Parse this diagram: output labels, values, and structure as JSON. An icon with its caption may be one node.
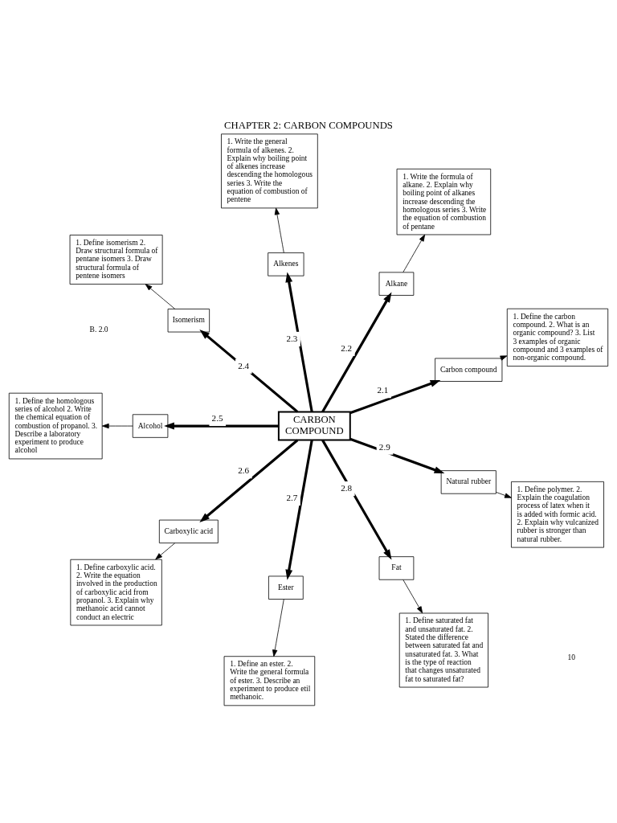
{
  "diagram": {
    "title": "CHAPTER 2: CARBON COMPOUNDS",
    "nodes": [
      {
        "text": [
          "CARBON COMPOUND"
        ]
      },
      {
        "text": [
          "Carbon compound"
        ]
      },
      {
        "text": [
          "1. Define the carbon compound. 2. What is an organic compound? 3. List 3 examples of organic compound and 3 examples of non-organic compound."
        ]
      },
      {
        "text": [
          "Alkane"
        ]
      },
      {
        "text": [
          "1. Write the formula of alkane. 2. Explain why boiling point of alkanes increase descending the homologous series 3. Write the equation of combustion of pentane"
        ]
      },
      {
        "text": [
          "Alkenes"
        ]
      },
      {
        "text": [
          "1. Write the general formula of alkenes. 2. Explain why boiling point of alkenes increase descending the homologous series 3. Write the equation of combustion of pentene"
        ]
      },
      {
        "text": [
          "Isomerism"
        ]
      },
      {
        "text": [
          "1. Define isomerism 2. Draw structural formula of pentane isomers 3. Draw structural formula of pentene isomers"
        ]
      },
      {
        "text": [
          "Alcohol"
        ]
      },
      {
        "text": [
          "1. Define the homologous series of alcohol 2. Write the chemical equation of combustion of propanol. 3. Describe a laboratory experiment to produce alcohol"
        ]
      },
      {
        "text": [
          "Carboxylic acid"
        ]
      },
      {
        "text": [
          "1. Define carboxylic acid. 2. Write the equation involved in the production of carboxylic acid from propanol. 3. Explain why methanoic acid cannot conduct an electric"
        ]
      },
      {
        "text": [
          "Ester"
        ]
      },
      {
        "text": [
          "1. Define an ester. 2. Write the general formula of ester. 3. Describe an experiment to produce etil methanoic."
        ]
      },
      {
        "text": [
          "Fat"
        ]
      },
      {
        "text": [
          "1. Define saturated fat and unsaturated fat. 2. Stated the difference between saturated fat and unsaturated fat. 3. What is the type of reaction that changes unsaturated fat to saturated fat?"
        ]
      },
      {
        "text": [
          "Natural rubber"
        ]
      },
      {
        "text": [
          "1. Define polymer. 2. Explain the coagulation process of latex when it is added with formic acid. 2. Explain why vulcanized rubber is stronger than natural rubber."
        ]
      }
    ],
    "edges": [
      {
        "from": 0,
        "to": 1,
        "arrow": "to",
        "label": "2.1",
        "style": "thick"
      },
      {
        "from": 1,
        "to": 2,
        "arrow": "to"
      },
      {
        "from": 0,
        "to": 3,
        "arrow": "to",
        "label": "2.2",
        "style": "thick"
      },
      {
        "from": 3,
        "to": 4,
        "arrow": "to"
      },
      {
        "from": 0,
        "to": 5,
        "arrow": "to",
        "label": "2.3",
        "style": "thick"
      },
      {
        "from": 5,
        "to": 6,
        "arrow": "to"
      },
      {
        "from": 0,
        "to": 7,
        "arrow": "to",
        "label": "2.4",
        "style": "thick"
      },
      {
        "from": 7,
        "to": 8,
        "arrow": "to"
      },
      {
        "from": 0,
        "to": 9,
        "arrow": "to",
        "label": "2.5",
        "style": "thick"
      },
      {
        "from": 9,
        "to": 10,
        "arrow": "to"
      },
      {
        "from": 0,
        "to": 11,
        "arrow": "to",
        "label": "2.6",
        "style": "thick"
      },
      {
        "from": 11,
        "to": 12,
        "arrow": "to"
      },
      {
        "from": 0,
        "to": 13,
        "arrow": "to",
        "label": "2.7",
        "style": "thick"
      },
      {
        "from": 13,
        "to": 14,
        "arrow": "to"
      },
      {
        "from": 0,
        "to": 15,
        "arrow": "to",
        "label": "2.8",
        "style": "thick"
      },
      {
        "from": 15,
        "to": 16,
        "arrow": "to"
      },
      {
        "from": 0,
        "to": 17,
        "arrow": "to",
        "label": "2.9",
        "style": "thick"
      },
      {
        "from": 17,
        "to": 18,
        "arrow": "to"
      }
    ],
    "labels": [
      "B. 2.0",
      "10"
    ]
  }
}
